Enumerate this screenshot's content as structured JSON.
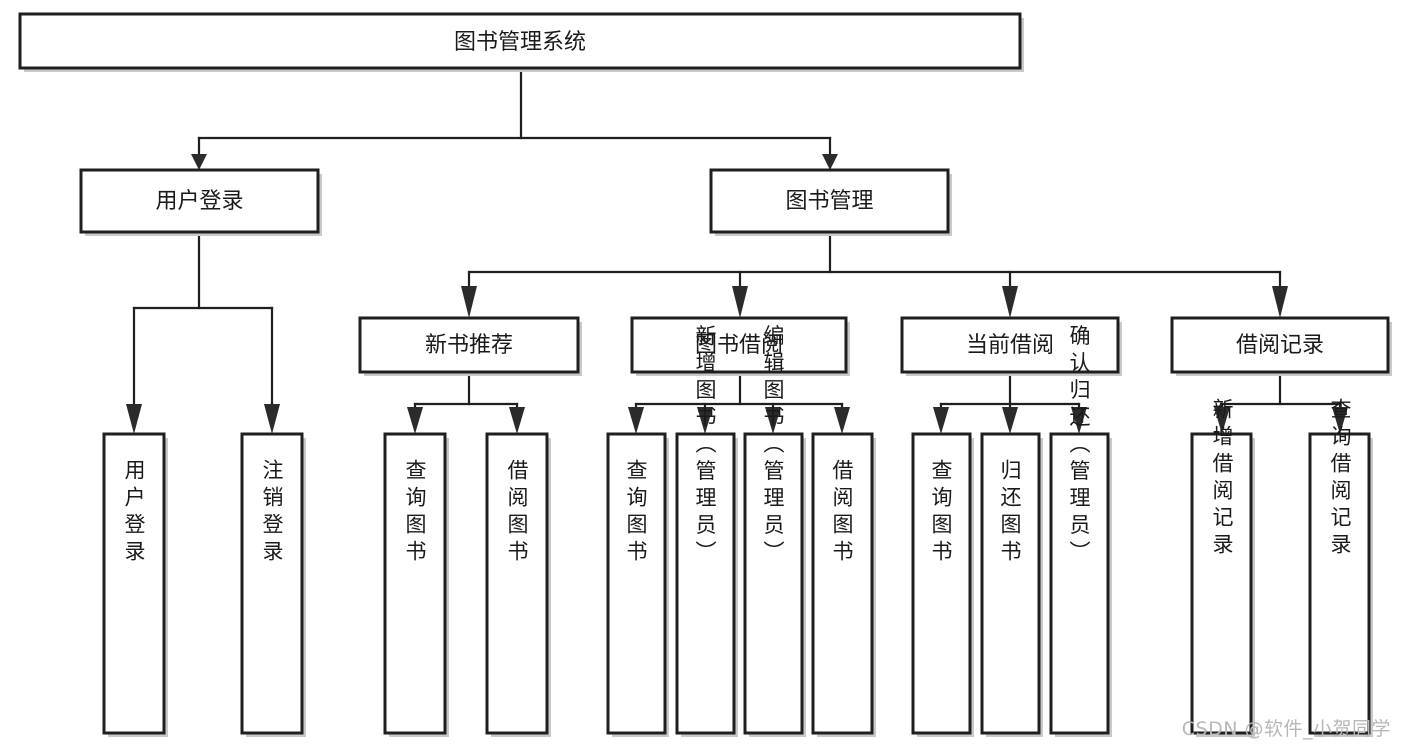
{
  "diagram": {
    "type": "tree-hierarchy",
    "title": "图书管理系统",
    "watermark": "CSDN @软件_小贺同学",
    "colors": {
      "node_fill": "#ffffff",
      "node_stroke": "#1f1f1f",
      "edge_stroke": "#1f1f1f",
      "label_color": "#1a1a1a",
      "watermark_color": "#b8b8b8",
      "background": "#ffffff"
    },
    "root": {
      "label": "图书管理系统",
      "orientation": "horizontal"
    },
    "level2": [
      {
        "label": "用户登录",
        "orientation": "horizontal"
      },
      {
        "label": "图书管理",
        "orientation": "horizontal"
      }
    ],
    "level3": [
      {
        "label": "新书推荐",
        "orientation": "horizontal",
        "parent": "图书管理"
      },
      {
        "label": "图书借阅",
        "orientation": "horizontal",
        "parent": "图书管理"
      },
      {
        "label": "当前借阅",
        "orientation": "horizontal",
        "parent": "图书管理"
      },
      {
        "label": "借阅记录",
        "orientation": "horizontal",
        "parent": "图书管理"
      }
    ],
    "leaves": {
      "user_login": [
        {
          "label": "用户登录",
          "orientation": "vertical"
        },
        {
          "label": "注销登录",
          "orientation": "vertical"
        }
      ],
      "new_book_recommend": [
        {
          "label": "查询图书",
          "orientation": "vertical"
        },
        {
          "label": "借阅图书",
          "orientation": "vertical"
        }
      ],
      "book_borrow": [
        {
          "label": "查询图书",
          "orientation": "vertical"
        },
        {
          "label": "新增图书（管理员）",
          "orientation": "vertical"
        },
        {
          "label": "编辑图书（管理员）",
          "orientation": "vertical"
        },
        {
          "label": "借阅图书",
          "orientation": "vertical"
        }
      ],
      "current_borrow": [
        {
          "label": "查询图书",
          "orientation": "vertical"
        },
        {
          "label": "归还图书",
          "orientation": "vertical"
        },
        {
          "label": "确认归还（管理员）",
          "orientation": "vertical"
        }
      ],
      "borrow_record": [
        {
          "label": "新增借阅记录",
          "orientation": "vertical"
        },
        {
          "label": "查询借阅记录",
          "orientation": "vertical"
        }
      ]
    }
  }
}
